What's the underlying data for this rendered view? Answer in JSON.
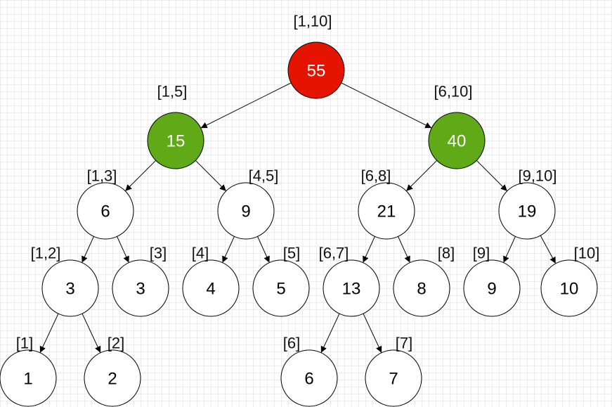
{
  "diagram": {
    "colors": {
      "root_fill": "#e51400",
      "level1_fill": "#60a917",
      "default_fill": "#ffffff",
      "stroke": "#000000",
      "colored_text": "#ffffff",
      "default_text": "#000000"
    },
    "nodes": [
      {
        "id": "n-1-10",
        "value": "55",
        "range": "[1,10]",
        "color": "red"
      },
      {
        "id": "n-1-5",
        "value": "15",
        "range": "[1,5]",
        "color": "green"
      },
      {
        "id": "n-6-10",
        "value": "40",
        "range": "[6,10]",
        "color": "green"
      },
      {
        "id": "n-1-3",
        "value": "6",
        "range": "[1,3]"
      },
      {
        "id": "n-4-5",
        "value": "9",
        "range": "[4,5]"
      },
      {
        "id": "n-6-8",
        "value": "21",
        "range": "[6,8]"
      },
      {
        "id": "n-9-10",
        "value": "19",
        "range": "[9,10]"
      },
      {
        "id": "n-1-2",
        "value": "3",
        "range": "[1,2]"
      },
      {
        "id": "n-3",
        "value": "3",
        "range": "[3]"
      },
      {
        "id": "n-4",
        "value": "4",
        "range": "[4]"
      },
      {
        "id": "n-5",
        "value": "5",
        "range": "[5]"
      },
      {
        "id": "n-6-7",
        "value": "13",
        "range": "[6,7]"
      },
      {
        "id": "n-8",
        "value": "8",
        "range": "[8]"
      },
      {
        "id": "n-9",
        "value": "9",
        "range": "[9]"
      },
      {
        "id": "n-10",
        "value": "10",
        "range": "[10]"
      },
      {
        "id": "n-1",
        "value": "1",
        "range": "[1]"
      },
      {
        "id": "n-2",
        "value": "2",
        "range": "[2]"
      },
      {
        "id": "n-6",
        "value": "6",
        "range": "[6]"
      },
      {
        "id": "n-7",
        "value": "7",
        "range": "[7]"
      }
    ],
    "edges": [
      [
        "n-1-10",
        "n-1-5"
      ],
      [
        "n-1-10",
        "n-6-10"
      ],
      [
        "n-1-5",
        "n-1-3"
      ],
      [
        "n-1-5",
        "n-4-5"
      ],
      [
        "n-6-10",
        "n-6-8"
      ],
      [
        "n-6-10",
        "n-9-10"
      ],
      [
        "n-1-3",
        "n-1-2"
      ],
      [
        "n-1-3",
        "n-3"
      ],
      [
        "n-4-5",
        "n-4"
      ],
      [
        "n-4-5",
        "n-5"
      ],
      [
        "n-6-8",
        "n-6-7"
      ],
      [
        "n-6-8",
        "n-8"
      ],
      [
        "n-9-10",
        "n-9"
      ],
      [
        "n-9-10",
        "n-10"
      ],
      [
        "n-1-2",
        "n-1"
      ],
      [
        "n-1-2",
        "n-2"
      ],
      [
        "n-6-7",
        "n-6"
      ],
      [
        "n-6-7",
        "n-7"
      ]
    ]
  }
}
